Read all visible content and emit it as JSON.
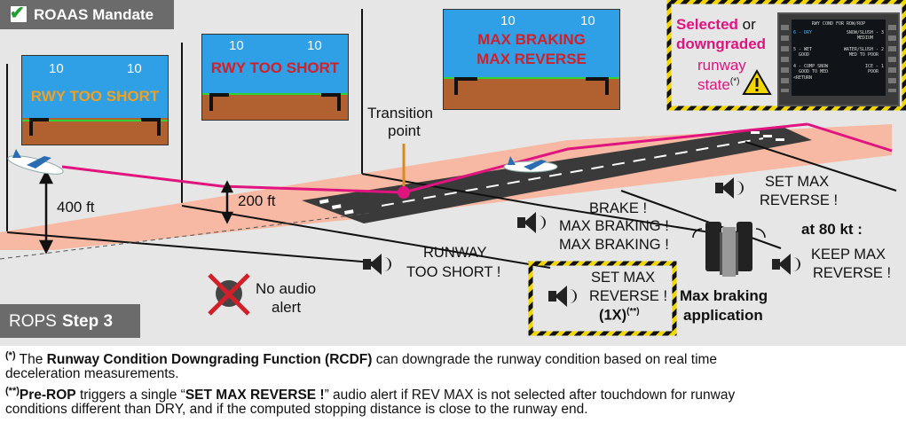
{
  "header": {
    "title": "ROAAS Mandate",
    "check_icon": "checkbox-checked-icon"
  },
  "step_badge": {
    "label": "ROPS",
    "strong": "Step 3"
  },
  "pfd": [
    {
      "left": "10",
      "right": "10",
      "message": "RWY TOO SHORT",
      "message_color": "#f2a01f"
    },
    {
      "left": "10",
      "right": "10",
      "message": "RWY TOO SHORT",
      "message_color": "#d2202a"
    },
    {
      "left": "10",
      "right": "10",
      "message": "MAX BRAKING",
      "message2": "MAX REVERSE",
      "message_color": "#d2202a"
    }
  ],
  "altitudes": {
    "a400": "400 ft",
    "a200": "200 ft"
  },
  "transition": {
    "line1": "Transition",
    "line2": "point"
  },
  "runway_state": {
    "selected": "Selected",
    "or": "or",
    "downgraded": "downgraded",
    "runway": "runway",
    "state": "state",
    "marker": "(*)",
    "warning_icon": "warning-triangle-icon"
  },
  "mcdu": {
    "title": "RWY COND FOR ROW/ROP",
    "rows": [
      {
        "left": "6 - DRY",
        "right": "SNOW/SLUSH - 3",
        "right2": "MEDIUM"
      },
      {
        "left": "5 - WET",
        "left2": "GOOD",
        "right": "WATER/SLUSH - 2",
        "right2": "MED TO POOR"
      },
      {
        "left": "4 - COMP SNOW",
        "left2": "GOOD TO MED",
        "right": "ICE - 1",
        "right2": "POOR"
      }
    ],
    "return": "<RETURN"
  },
  "alerts": {
    "no_audio": {
      "line1": "No audio",
      "line2": "alert",
      "icon": "muted-speaker-icon"
    },
    "too_short": {
      "line1": "RUNWAY",
      "line2": "TOO SHORT !",
      "icon": "speaker-icon"
    },
    "brake": {
      "line1": "BRAKE !",
      "line2": "MAX BRAKING !",
      "line3": "MAX BRAKING !",
      "icon": "speaker-icon"
    },
    "set_rev_once": {
      "line1": "SET MAX",
      "line2": "REVERSE !",
      "line3": "(1X)",
      "marker": "(**)",
      "icon": "speaker-icon"
    },
    "set_rev_top": {
      "line1": "SET MAX",
      "line2": "REVERSE !",
      "icon": "speaker-icon"
    },
    "keep_rev": {
      "heading": "at 80 kt :",
      "line1": "KEEP MAX",
      "line2": "REVERSE !",
      "icon": "speaker-icon"
    }
  },
  "braking": {
    "line1": "Max braking",
    "line2": "application",
    "icon": "wheel-brake-icon"
  },
  "footnotes": {
    "n1_marker": "(*)",
    "n1_pre": "The ",
    "n1_bold": "Runway Condition Downgrading Function (RCDF)",
    "n1_post": " can downgrade the runway condition based on real time",
    "n1_line2": "deceleration measurements.",
    "n2_marker": "(**)",
    "n2_bold": "Pre-ROP",
    "n2_mid": " triggers a single “",
    "n2_alert": "SET MAX REVERSE !",
    "n2_post": "”  audio alert if REV MAX is not selected after touchdown for runway",
    "n2_line2": "conditions different than DRY, and if the computed stopping distance is close to the runway end."
  },
  "colors": {
    "magenta": "#e0147e",
    "orange_zone": "#f7b9a3",
    "runway": "#333333",
    "ground": "#e8e8e8",
    "yellow": "#f2d600"
  }
}
